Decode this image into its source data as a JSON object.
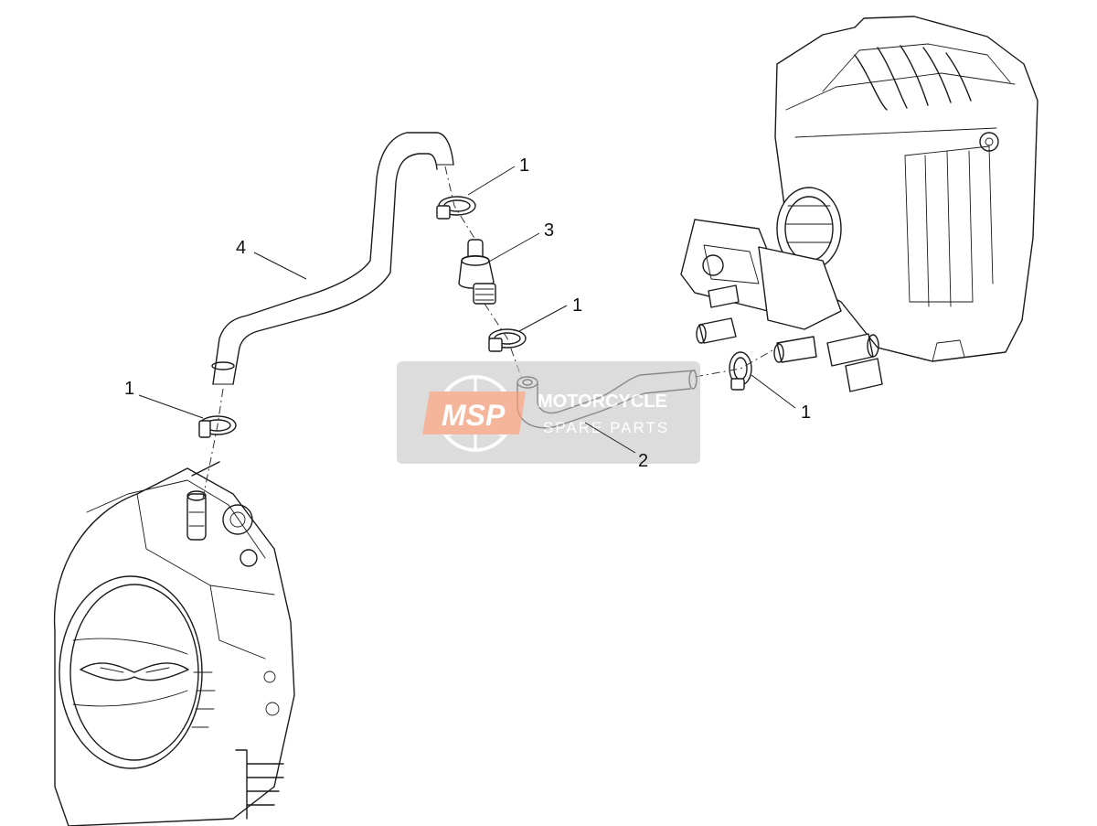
{
  "callouts": [
    {
      "id": "clamp-top",
      "label": "1"
    },
    {
      "id": "valve",
      "label": "3"
    },
    {
      "id": "hose-long",
      "label": "4"
    },
    {
      "id": "clamp-mid",
      "label": "1"
    },
    {
      "id": "clamp-left",
      "label": "1"
    },
    {
      "id": "clamp-right",
      "label": "1"
    },
    {
      "id": "hose-short",
      "label": "2"
    }
  ],
  "watermark": {
    "logo": "MSP",
    "line1": "MOTORCYCLE",
    "line2": "SPARE PARTS",
    "colors": {
      "box": "#c8c8c8",
      "logo_bg": "#f4a98a",
      "logo_text": "#ffffff",
      "text": "#ffffff"
    }
  }
}
